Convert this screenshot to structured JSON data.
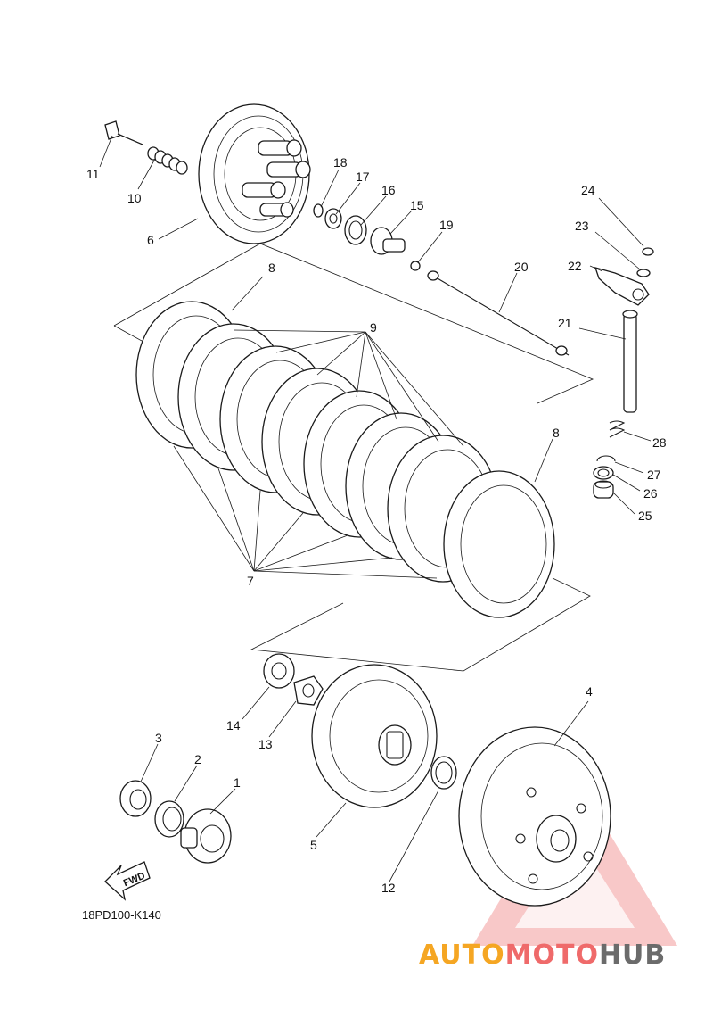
{
  "diagram_code": "18PD100-K140",
  "direction_label": "FWD",
  "watermark": {
    "brand_part_1": "AUTO",
    "brand_part_2": "MOTO",
    "brand_part_3": "HUB",
    "color_1": "#f5a623",
    "color_2": "#ef6a6a",
    "color_3": "#6b6b6b"
  },
  "callouts": {
    "n1": "1",
    "n2": "2",
    "n3": "3",
    "n4": "4",
    "n5": "5",
    "n6": "6",
    "n7": "7",
    "n8a": "8",
    "n8b": "8",
    "n9": "9",
    "n10": "10",
    "n11": "11",
    "n12": "12",
    "n13": "13",
    "n14": "14",
    "n15": "15",
    "n16": "16",
    "n17": "17",
    "n18": "18",
    "n19": "19",
    "n20": "20",
    "n21": "21",
    "n22": "22",
    "n23": "23",
    "n24": "24",
    "n25": "25",
    "n26": "26",
    "n27": "27",
    "n28": "28"
  }
}
